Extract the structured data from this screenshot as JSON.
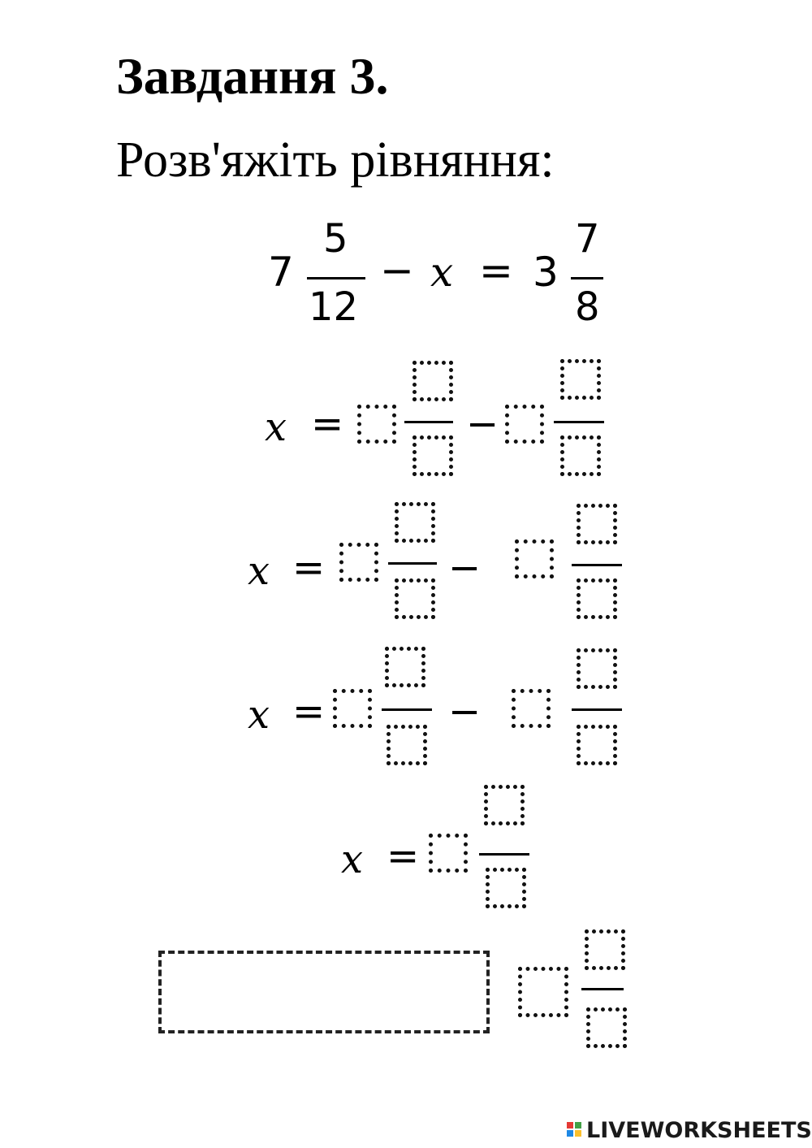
{
  "header": {
    "title": "Завдання 3.",
    "instruction": "Розв'яжіть рівняння:"
  },
  "equation": {
    "whole1": "7",
    "num1": "5",
    "den1": "12",
    "minus": "−",
    "variable": "x",
    "equals": "=",
    "whole2": "3",
    "num2": "7",
    "den2": "8"
  },
  "steps": {
    "variable": "x",
    "equals": "=",
    "minus": "−"
  },
  "footer": {
    "brand": "LIVEWORKSHEETS",
    "logo_colors": [
      "#e53935",
      "#43a047",
      "#1e88e5",
      "#fbc02d"
    ]
  }
}
